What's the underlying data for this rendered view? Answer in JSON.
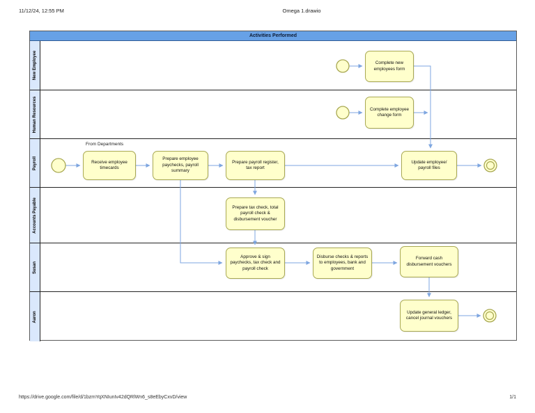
{
  "page": {
    "header_left": "11/12/24, 12:55 PM",
    "header_center": "Omega 1.drawio",
    "footer_url": "https://drive.google.com/file/d/1bzmYqXNIunIv42dQRlWn6_s8eEbyCxvD/view",
    "footer_page": "1/1"
  },
  "pool": {
    "title": "Activities Performed",
    "lanes": [
      {
        "label": "New Employee"
      },
      {
        "label": "Human Resources"
      },
      {
        "label": "Payroll"
      },
      {
        "label": "Accounts Payable"
      },
      {
        "label": "Susan"
      },
      {
        "label": "Aaron"
      }
    ]
  },
  "nodes": {
    "complete_new": {
      "label": "Complete new employees form"
    },
    "complete_change": {
      "label": "Complete employee change form"
    },
    "receive_timecards": {
      "label": "Receive employee timecards"
    },
    "prepare_paychecks": {
      "label": "Prepare employee paychecks, payroll summary"
    },
    "prepare_register": {
      "label": "Prepare payroll register, tax report"
    },
    "update_files": {
      "label": "Update employee/ payroll files"
    },
    "prepare_tax_check": {
      "label": "Prepare tax check, total payroll check & disbursement voucher"
    },
    "approve_sign": {
      "label": "Approve & sign paychecks, tax check and payroll check"
    },
    "disburse_checks": {
      "label": "Disburse checks & reports to employees, bank and government"
    },
    "forward_vouchers": {
      "label": "Forward cash disbursement vouchers"
    },
    "update_ledger": {
      "label": "Update general ledger, cancel journal vouchers"
    }
  },
  "annotations": {
    "from_departments": "From Departments"
  },
  "colors": {
    "task_fill": "#FFFFCC",
    "task_border": "#A8A852",
    "arrow": "#7EA6E0",
    "pool_title_bg": "#67A1E6",
    "lane_label_bg": "#DAE8FC"
  }
}
